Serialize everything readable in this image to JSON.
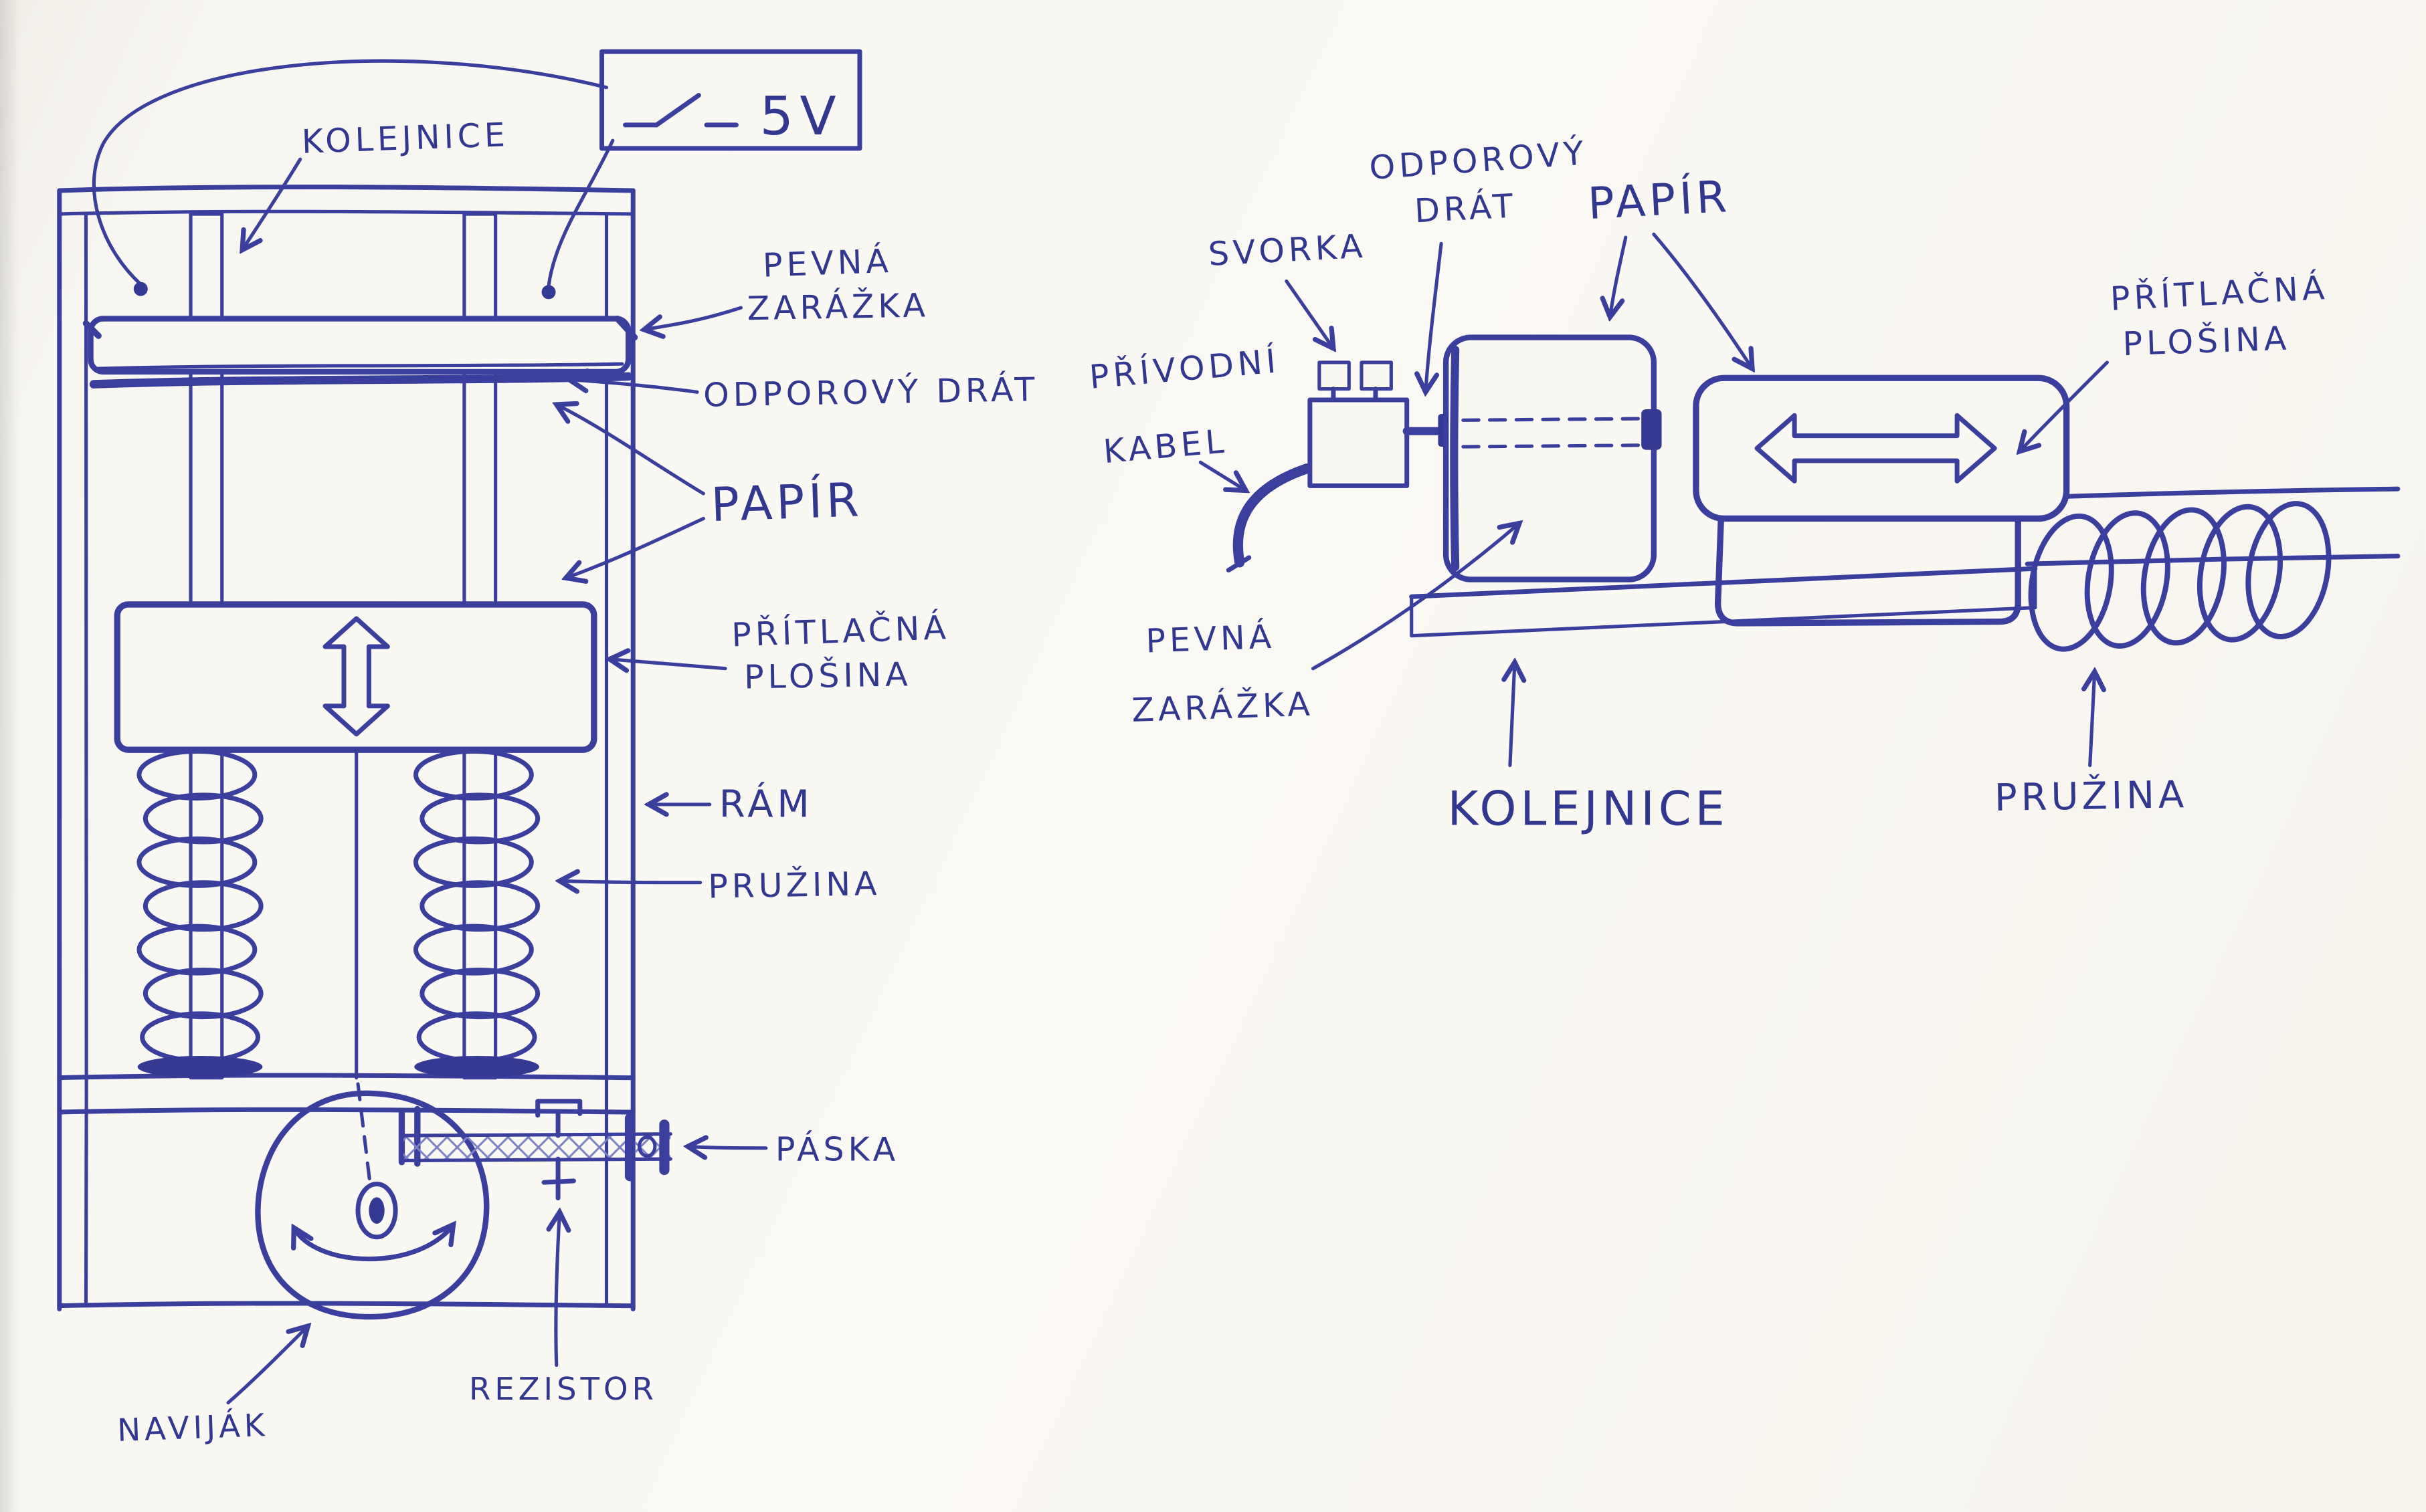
{
  "meta": {
    "ink_color": "#3a3f9d",
    "paper_color": "#faf8f3",
    "description_type": "hand-drawn device sketch, two views"
  },
  "power": {
    "voltage": "5V"
  },
  "left": {
    "kolejnice": "KOLEJNICE",
    "pevna_line1": "PEVNÁ",
    "pevna_line2": "ZARÁŽKA",
    "odporovy_drat": "ODPOROVÝ DRÁT",
    "papir": "PAPÍR",
    "pritlacna_line1": "PŘÍTLAČNÁ",
    "pritlacna_line2": "PLOŠINA",
    "ram": "RÁM",
    "pruzina": "PRUŽINA",
    "paska": "PÁSKA",
    "rezistor": "REZISTOR",
    "navijak": "NAVIJÁK"
  },
  "right": {
    "svorka": "SVORKA",
    "odporovy_line1": "ODPOROVÝ",
    "odporovy_line2": "DRÁT",
    "papir": "PAPÍR",
    "pritlacna_line1": "PŘÍTLAČNÁ",
    "pritlacna_line2": "PLOŠINA",
    "privodni_line1": "PŘÍVODNÍ",
    "privodni_line2": "KABEL",
    "pevna_line1": "PEVNÁ",
    "pevna_line2": "ZARÁŽKA",
    "kolejnice": "KOLEJNICE",
    "pruzina": "PRUŽINA"
  }
}
